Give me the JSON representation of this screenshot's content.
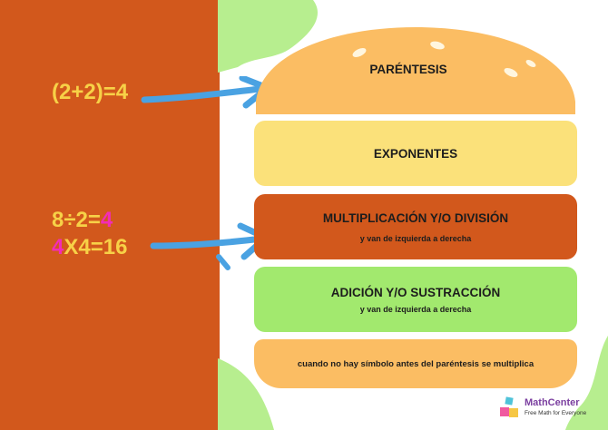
{
  "equations": {
    "parentesis": "(2+2)=4",
    "division_left": "8÷2=",
    "division_result": "4",
    "mult_first": "4",
    "mult_rest": "X4=16"
  },
  "burger": {
    "top_bun": "PARÉNTESIS",
    "cheese": "EXPONENTES",
    "patty_title": "MULTIPLICACIÓN Y/O DIVISIÓN",
    "patty_sub": "y van de izquierda a derecha",
    "lettuce_title": "ADICIÓN Y/O SUSTRACCIÓN",
    "lettuce_sub": "y van de izquierda a derecha",
    "bottom_bun": "cuando no hay símbolo antes del paréntesis se multiplica"
  },
  "logo": {
    "name": "MathCenter",
    "tagline": "Free Math for Everyone"
  },
  "colors": {
    "background_left": "#d2581c",
    "bun": "#fbbd63",
    "cheese": "#fbe17a",
    "patty": "#d2581c",
    "lettuce": "#a2e96e",
    "arrow": "#4aa2e2",
    "equation_yellow": "#f7d147",
    "equation_pink": "#f22cb7"
  }
}
